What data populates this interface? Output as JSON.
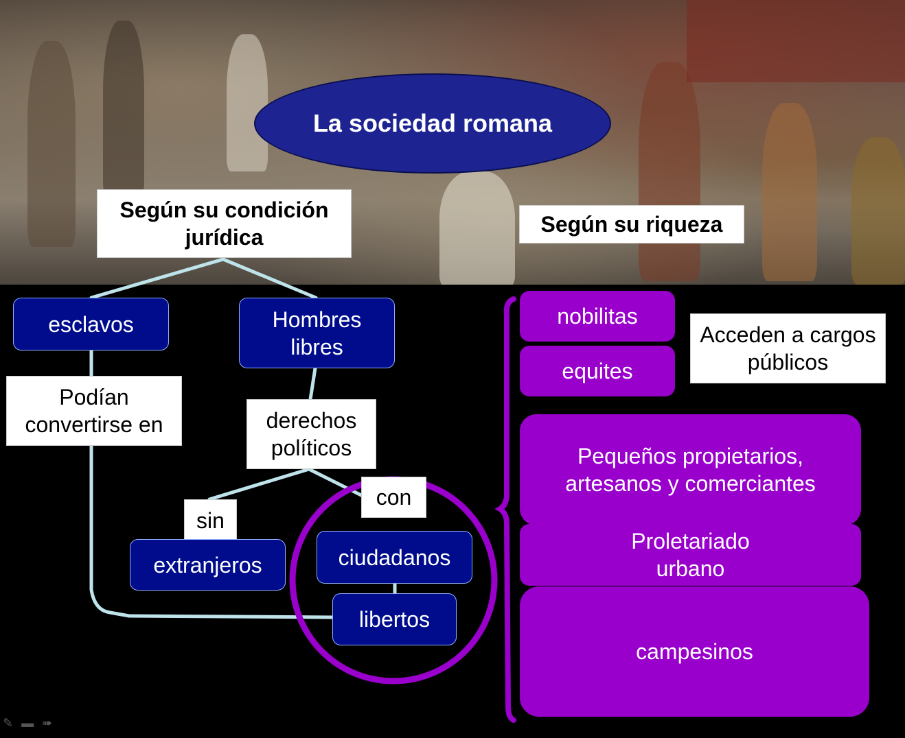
{
  "diagram": {
    "title": "La sociedad romana",
    "legal": {
      "heading": "Según su condición jurídica",
      "slaves": "esclavos",
      "free_men": "Hombres libres",
      "could_become": "Podían convertirse en",
      "political_rights": "derechos políticos",
      "without": "sin",
      "with": "con",
      "foreigners": "extranjeros",
      "citizens": "ciudadanos",
      "freedmen": "libertos"
    },
    "wealth": {
      "heading": "Según su riqueza",
      "nobilitas": "nobilitas",
      "equites": "equites",
      "public_office": "Acceden a cargos públicos",
      "small_owners": "Pequeños propietarios, artesanos y comerciantes",
      "proletariat": "Proletariado urbano",
      "peasants": "campesinos"
    }
  },
  "colors": {
    "blue_box": "#000c8c",
    "purple_box": "#9900cc",
    "connector": "#bfe3ea",
    "circle": "#9900cc"
  },
  "toolbar": {
    "icons": [
      "pen-icon",
      "slides-icon",
      "next-arrow-icon"
    ]
  }
}
